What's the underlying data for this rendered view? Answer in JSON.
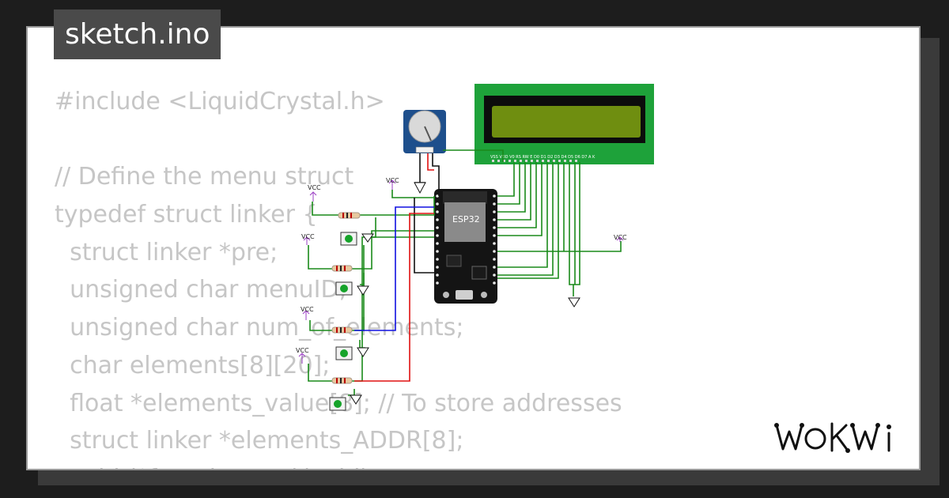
{
  "title": "sketch.ino",
  "code_lines": [
    "#include <LiquidCrystal.h>",
    "",
    "// Define the menu struct",
    "typedef struct linker {",
    "  struct linker *pre;",
    "  unsigned char menuID;",
    "  unsigned char num_of_elements;",
    "  char elements[8][20];",
    "  float *elements_value[8]; // To store addresses",
    "  struct linker *elements_ADDR[8];",
    "  void (*function_ptr)(void);"
  ],
  "circuit": {
    "board_label": "ESP32",
    "lcd_pin_labels": "VSS VDD V0 RS RW E  D0 D1 D2 D3 D4 D5 D6 D7 A  K",
    "vcc_label": "VCC"
  },
  "logo": "WOKWI",
  "colors": {
    "background": "#1d1d1d",
    "card": "#ffffff",
    "title_tab": "#4a4a4a",
    "code_text": "#c6c6c6",
    "wire_green": "#1a8a1a",
    "wire_red": "#e01010",
    "wire_blue": "#1010e0",
    "lcd_board": "#1ea23a",
    "lcd_screen": "#6f8e10"
  }
}
